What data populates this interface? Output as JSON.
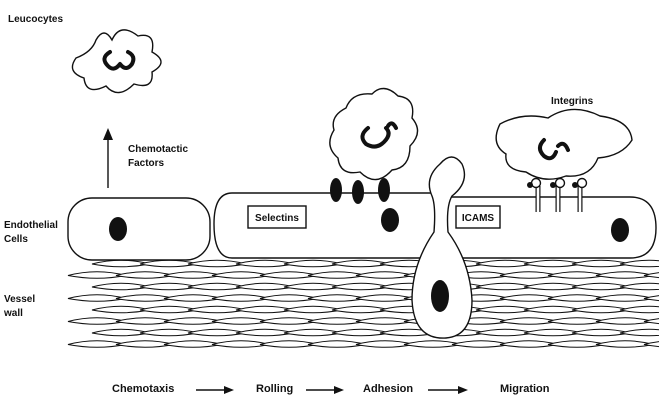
{
  "labels": {
    "leucocytes": "Leucocytes",
    "chemotactic_line1": "Chemotactic",
    "chemotactic_line2": "Factors",
    "endothelial_line1": "Endothelial",
    "endothelial_line2": "Cells",
    "vessel_line1": "Vessel",
    "vessel_line2": "wall",
    "selectins": "Selectins",
    "icams": "ICAMS",
    "integrins": "Integrins"
  },
  "steps": [
    "Chemotaxis",
    "Rolling",
    "Adhesion",
    "Migration"
  ]
}
